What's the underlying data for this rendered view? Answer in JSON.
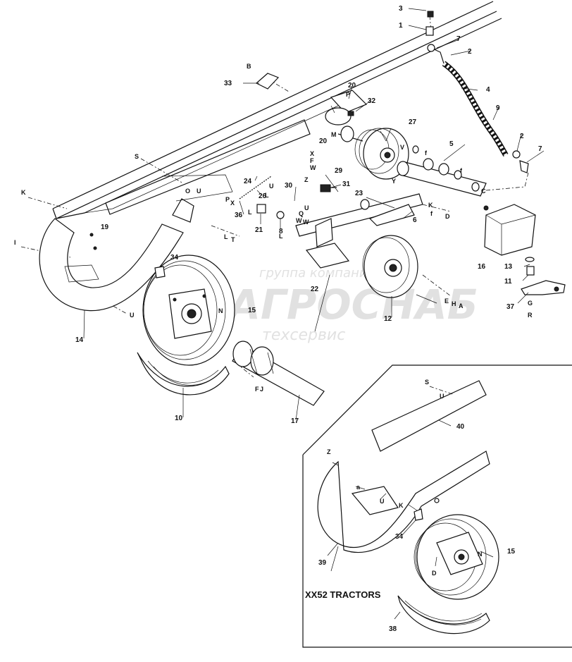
{
  "watermark": {
    "line1": "группа компаний",
    "line2": "АГРОСНАБ",
    "line3": "техсервис"
  },
  "inset": {
    "title": "XX52 TRACTORS"
  },
  "callouts": {
    "n1": "1",
    "n2a": "2",
    "n2b": "2",
    "n3": "3",
    "n4": "4",
    "n5": "5",
    "n6": "6",
    "n7a": "7",
    "n7b": "7",
    "n8": "8",
    "n9": "9",
    "n10": "10",
    "n11": "11",
    "n12": "12",
    "n13": "13",
    "n14": "14",
    "n15a": "15",
    "n15b": "15",
    "n16": "16",
    "n17": "17",
    "n19": "19",
    "n20a": "20",
    "n20b": "20",
    "n21": "21",
    "n22": "22",
    "n23": "23",
    "n24": "24",
    "n26": "26",
    "n27": "27",
    "n29": "29",
    "n30": "30",
    "n31": "31",
    "n32": "32",
    "n33": "33",
    "n34a": "34",
    "n34b": "34",
    "n36": "36",
    "n37": "37",
    "n38": "38",
    "n39": "39",
    "n40": "40"
  },
  "letters": {
    "B": "B",
    "P": "P",
    "S": "S",
    "K": "K",
    "I": "I",
    "U": "U",
    "M": "M",
    "X": "X",
    "F": "F",
    "W": "W",
    "V": "V",
    "C": "C",
    "f": "f",
    "D": "D",
    "Y": "Y",
    "Z": "Z",
    "Q": "Q",
    "O": "O",
    "L": "L",
    "T": "T",
    "N": "N",
    "E": "E",
    "H": "H",
    "A": "A",
    "G": "G",
    "R": "R",
    "J": "J",
    "a": "a"
  }
}
